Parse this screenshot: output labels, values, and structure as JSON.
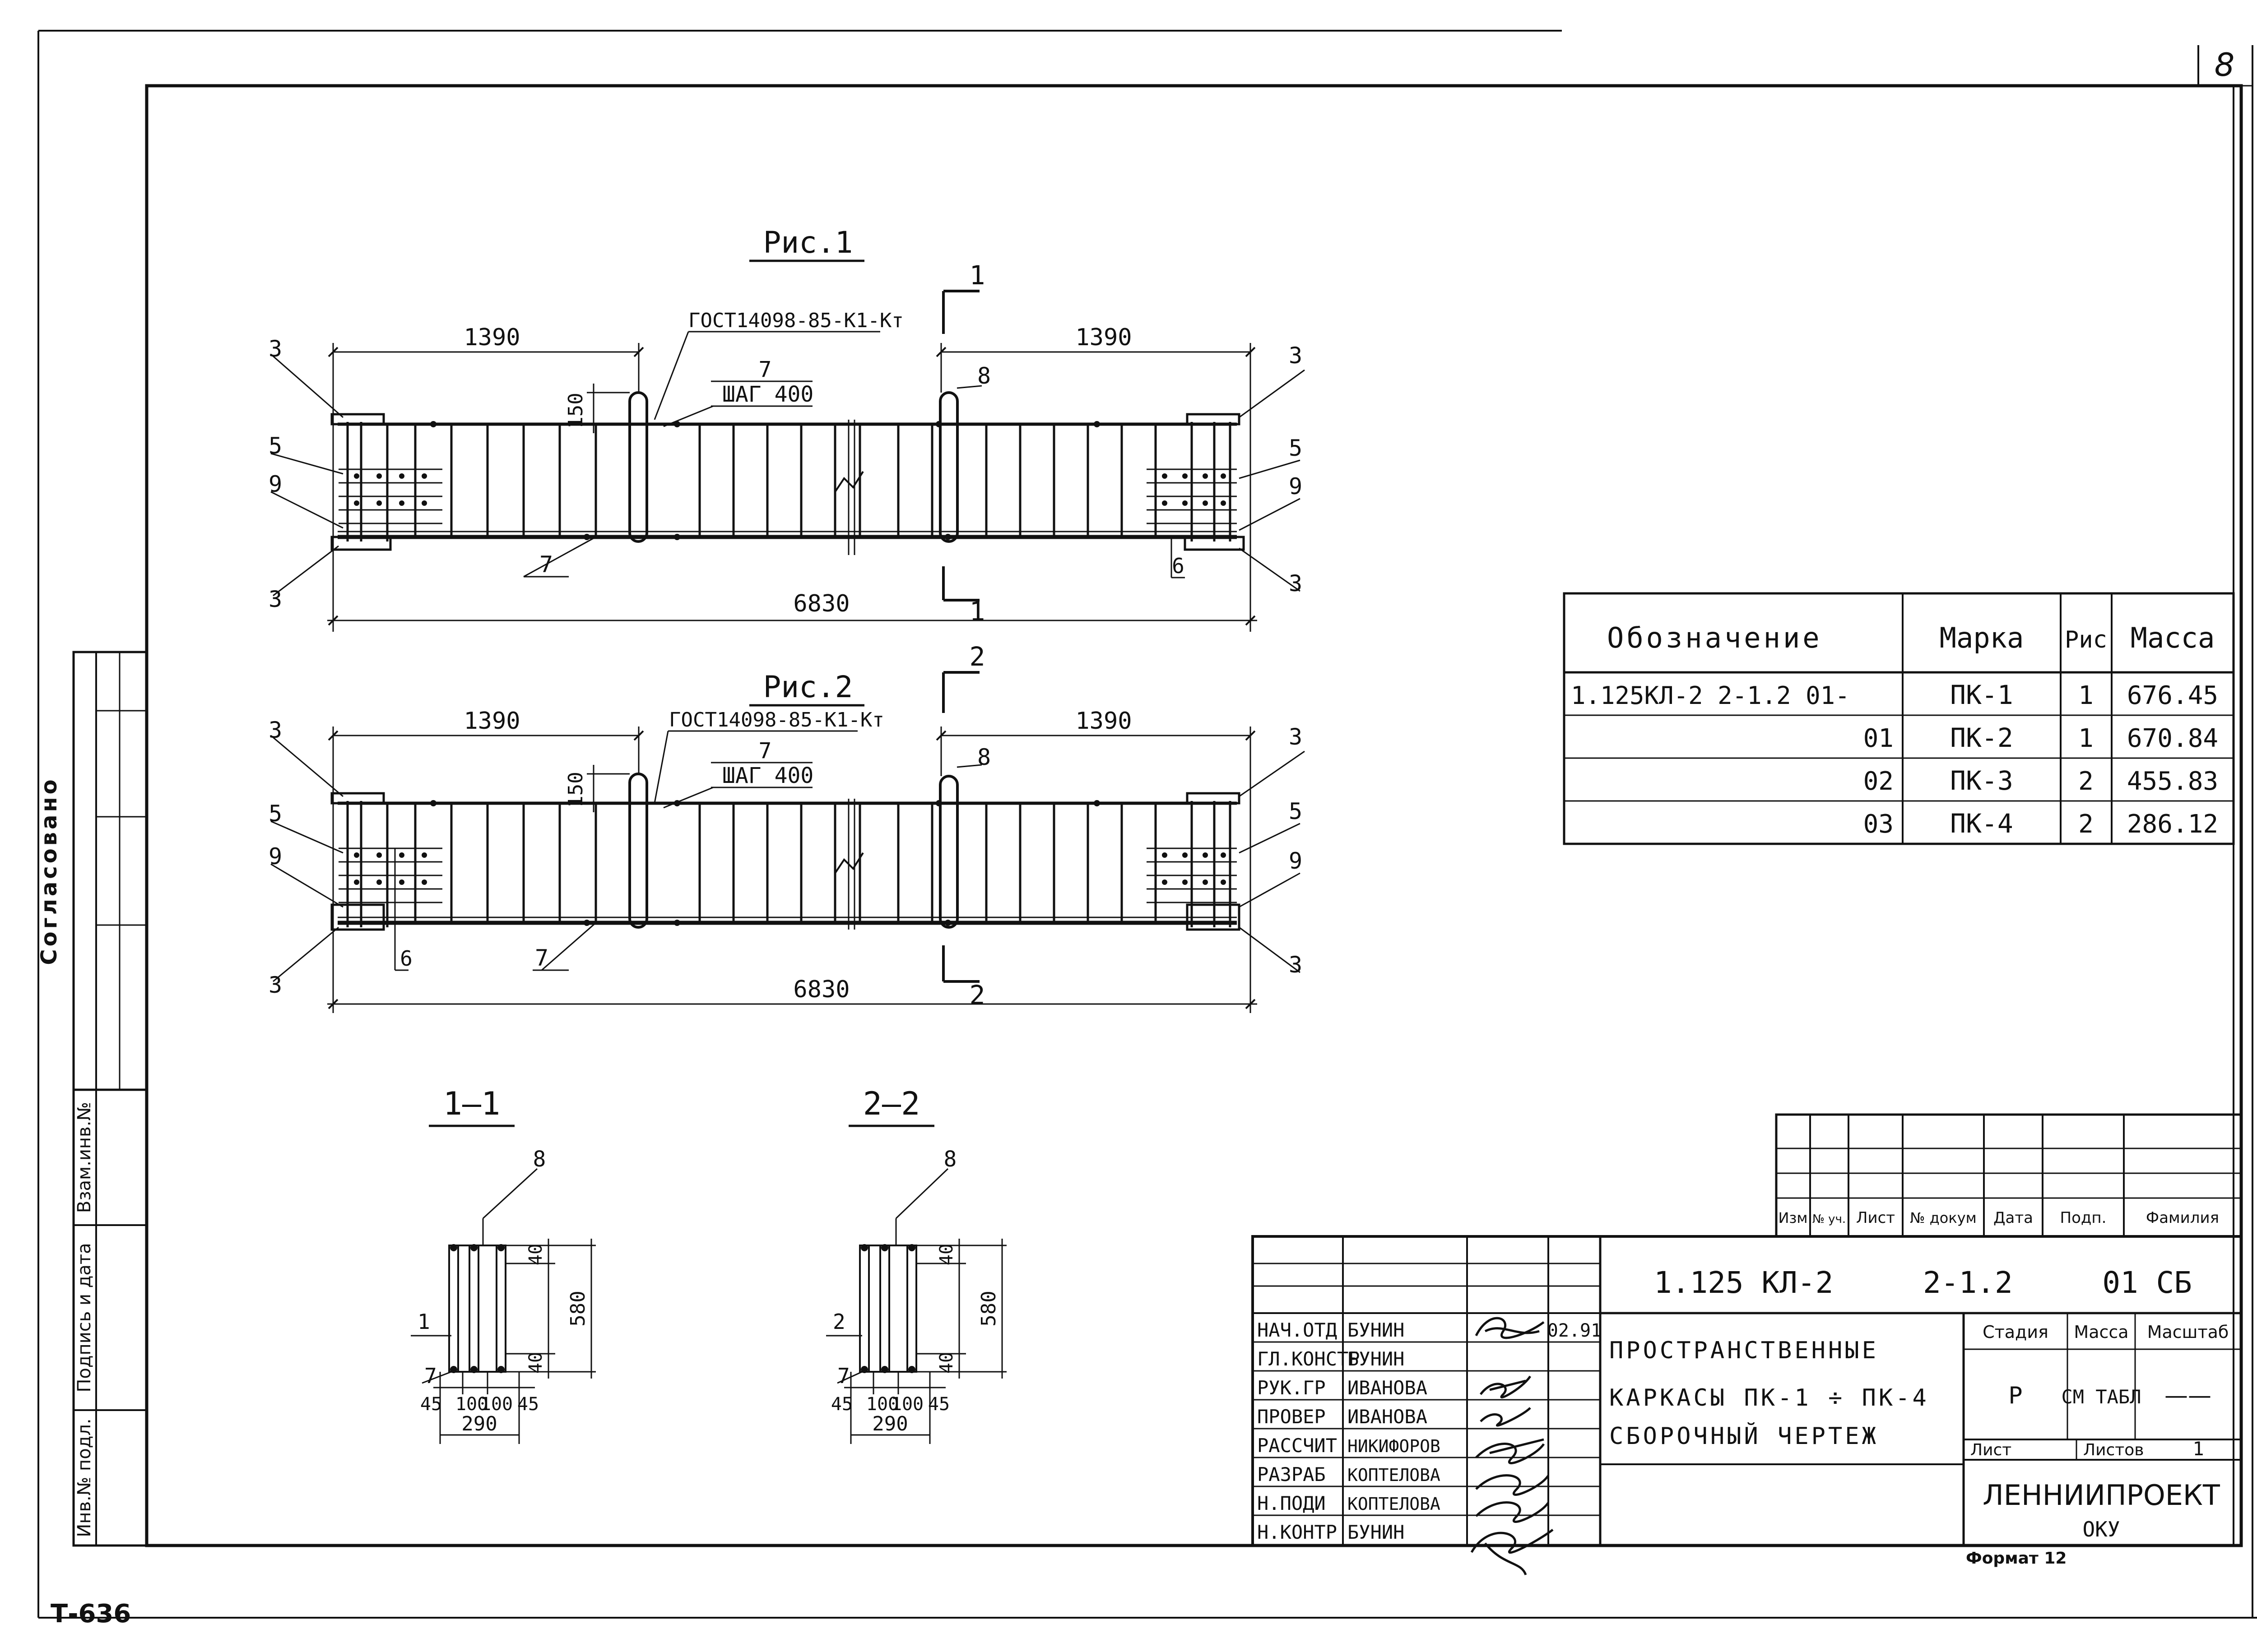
{
  "sheet": {
    "number": "8",
    "archive": "Т-636",
    "format": "Формат 12"
  },
  "side_stamp": {
    "agreed": "Согласовано",
    "inv_repl": "Взам.инв.№",
    "sign_date": "Подпись и дата",
    "inv_orig": "Инв.№ подл."
  },
  "fig1": {
    "title": "Рис.1",
    "dim_left": "1390",
    "dim_right": "1390",
    "dim_total": "6830",
    "dim_150": "150",
    "note_gost": "ГОСТ14098-85-К1-Кт",
    "note_pos": "7",
    "note_step": "ШАГ 400",
    "cut": "1",
    "labels": {
      "p3": "3",
      "p5": "5",
      "p9": "9",
      "p6": "6",
      "p7": "7",
      "p8": "8"
    }
  },
  "fig2": {
    "title": "Рис.2",
    "dim_left": "1390",
    "dim_right": "1390",
    "dim_total": "6830",
    "dim_150": "150",
    "note_gost": "ГОСТ14098-85-К1-Кт",
    "note_pos": "7",
    "note_step": "ШАГ 400",
    "cut": "2",
    "labels": {
      "p3": "3",
      "p5": "5",
      "p9": "9",
      "p6": "6",
      "p7": "7",
      "p8": "8"
    }
  },
  "section1": {
    "title": "1—1",
    "pos8": "8",
    "pos1": "1",
    "pos7": "7",
    "d40a": "40",
    "d580": "580",
    "d40b": "40",
    "d45a": "45",
    "d100a": "100",
    "d100b": "100",
    "d45b": "45",
    "d290": "290"
  },
  "section2": {
    "title": "2—2",
    "pos8": "8",
    "pos2": "2",
    "pos7": "7",
    "d40a": "40",
    "d580": "580",
    "d40b": "40",
    "d45a": "45",
    "d100a": "100",
    "d100b": "100",
    "d45b": "45",
    "d290": "290"
  },
  "spec_table": {
    "headers": [
      "Обозначение",
      "Марка",
      "Рис",
      "Масса"
    ],
    "rows": [
      [
        "1.125КЛ-2  2-1.2 01-",
        "ПК-1",
        "1",
        "676.45"
      ],
      [
        "01",
        "ПК-2",
        "1",
        "670.84"
      ],
      [
        "02",
        "ПК-3",
        "2",
        "455.83"
      ],
      [
        "03",
        "ПК-4",
        "2",
        "286.12"
      ]
    ]
  },
  "title_block": {
    "rev_headers": [
      "Изм",
      "№ уч.",
      "Лист",
      "№ докум",
      "Дата",
      "Подп.",
      "Фамилия"
    ],
    "doc_code": "1.125 КЛ-2     2-1.2     01 СБ",
    "title_lines": [
      "ПРОСТРАНСТВЕННЫЕ",
      "КАРКАСЫ ПК-1 ÷ ПК-4",
      "СБОРОЧНЫЙ ЧЕРТЕЖ"
    ],
    "stage_label": "Стадия",
    "mass_label": "Масса",
    "scale_label": "Масштаб",
    "stage_value": "Р",
    "mass_value": "СМ ТАБЛ",
    "scale_value": "——",
    "sheet_label": "Лист",
    "sheets_label": "Листов",
    "sheets_value": "1",
    "org": "ЛЕННИИПРОЕКТ",
    "dept": "ОКУ",
    "date": "02.91",
    "roles": [
      {
        "role": "НАЧ.ОТД",
        "name": "БУНИН"
      },
      {
        "role": "ГЛ.КОНСТР",
        "name": "БУНИН"
      },
      {
        "role": "РУК.ГР",
        "name": "ИВАНОВА"
      },
      {
        "role": "ПРОВЕР",
        "name": "ИВАНОВА"
      },
      {
        "role": "РАССЧИТ",
        "name": "НИКИФОРОВ"
      },
      {
        "role": "РАЗРАБ",
        "name": "КОПТЕЛОВА"
      },
      {
        "role": "Н.ПОДИ",
        "name": "КОПТЕЛОВА"
      },
      {
        "role": "Н.КОНТР",
        "name": "БУНИН"
      }
    ]
  }
}
